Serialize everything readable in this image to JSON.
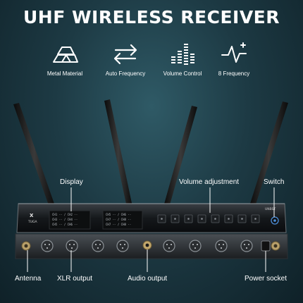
{
  "title": "UHF WIRELESS RECEIVER",
  "features": [
    {
      "label": "Metal Material",
      "icon": "metal-bars-icon"
    },
    {
      "label": "Auto Frequency",
      "icon": "swap-arrows-icon"
    },
    {
      "label": "Volume Control",
      "icon": "volume-bars-icon"
    },
    {
      "label": "8 Frequency",
      "icon": "waveform-icon"
    }
  ],
  "callouts": {
    "display": "Display",
    "volume": "Volume adjustment",
    "switch": "Switch",
    "antenna": "Antenna",
    "xlr": "XLR output",
    "audio": "Audio output",
    "power": "Power socket"
  },
  "device": {
    "brand": "UNBST",
    "logo": "XTUGA"
  }
}
